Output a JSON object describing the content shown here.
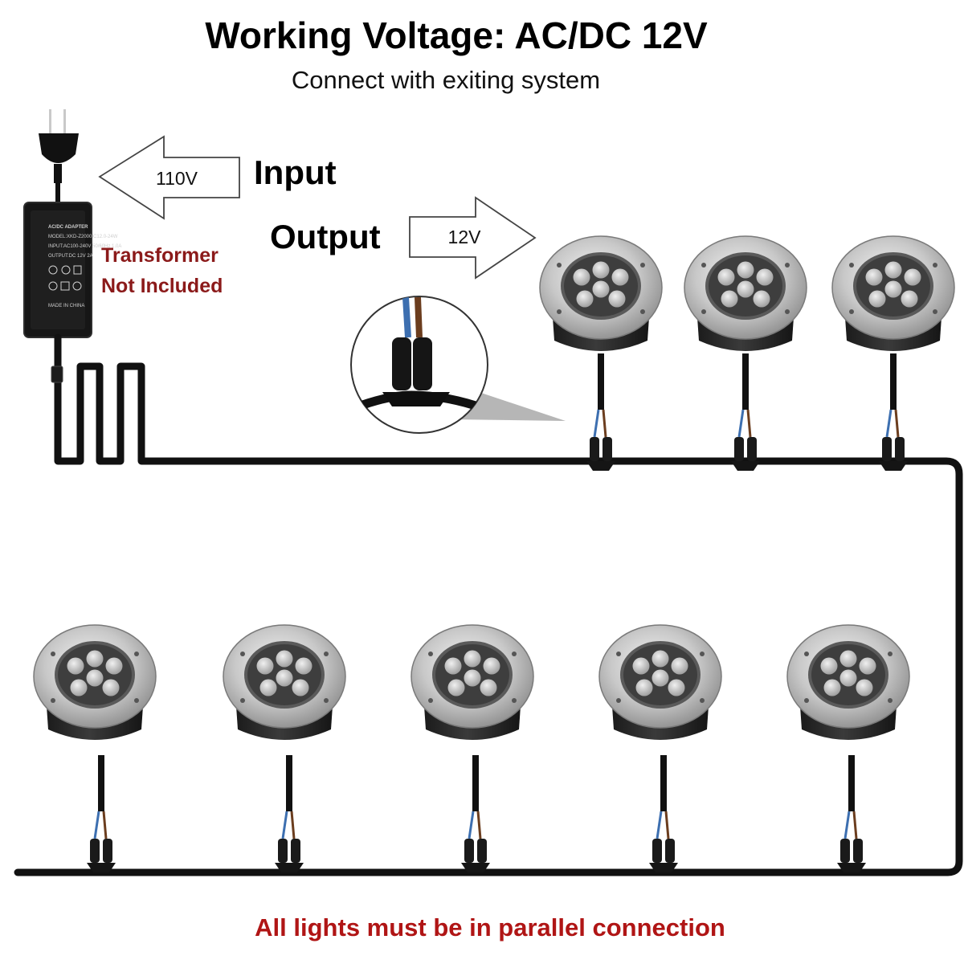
{
  "header": {
    "title": "Working Voltage: AC/DC 12V",
    "subtitle": "Connect with exiting system"
  },
  "input": {
    "label": "Input",
    "voltage": "110V"
  },
  "output": {
    "label": "Output",
    "voltage": "12V"
  },
  "adapter": {
    "label_lines": [
      "AC/DC ADAPTER",
      "MODEL:XKD-Z2000IC12.0-24W",
      "INPUT:AC100-240V 50/60Hz 1.0A",
      "OUTPUT:DC 12V 2A",
      "MADE IN CHINA"
    ],
    "note_line1": "Transformer",
    "note_line2": "Not Included"
  },
  "footer": {
    "text": "All lights must be in parallel connection"
  },
  "colors": {
    "note": "#8b1a1a",
    "footer": "#b01515",
    "cable": "#111111",
    "lamp_body": "#2a2a2a",
    "lamp_ring": "#c9c9c9"
  },
  "icons": {
    "plug": "power-plug-icon",
    "adapter": "power-adapter-icon",
    "lamp": "in-ground-led-light-icon",
    "connector": "waterproof-connector-icon",
    "zoom": "connector-zoom-inset"
  },
  "lights": {
    "top_row_count": 3,
    "bottom_row_count": 5
  }
}
